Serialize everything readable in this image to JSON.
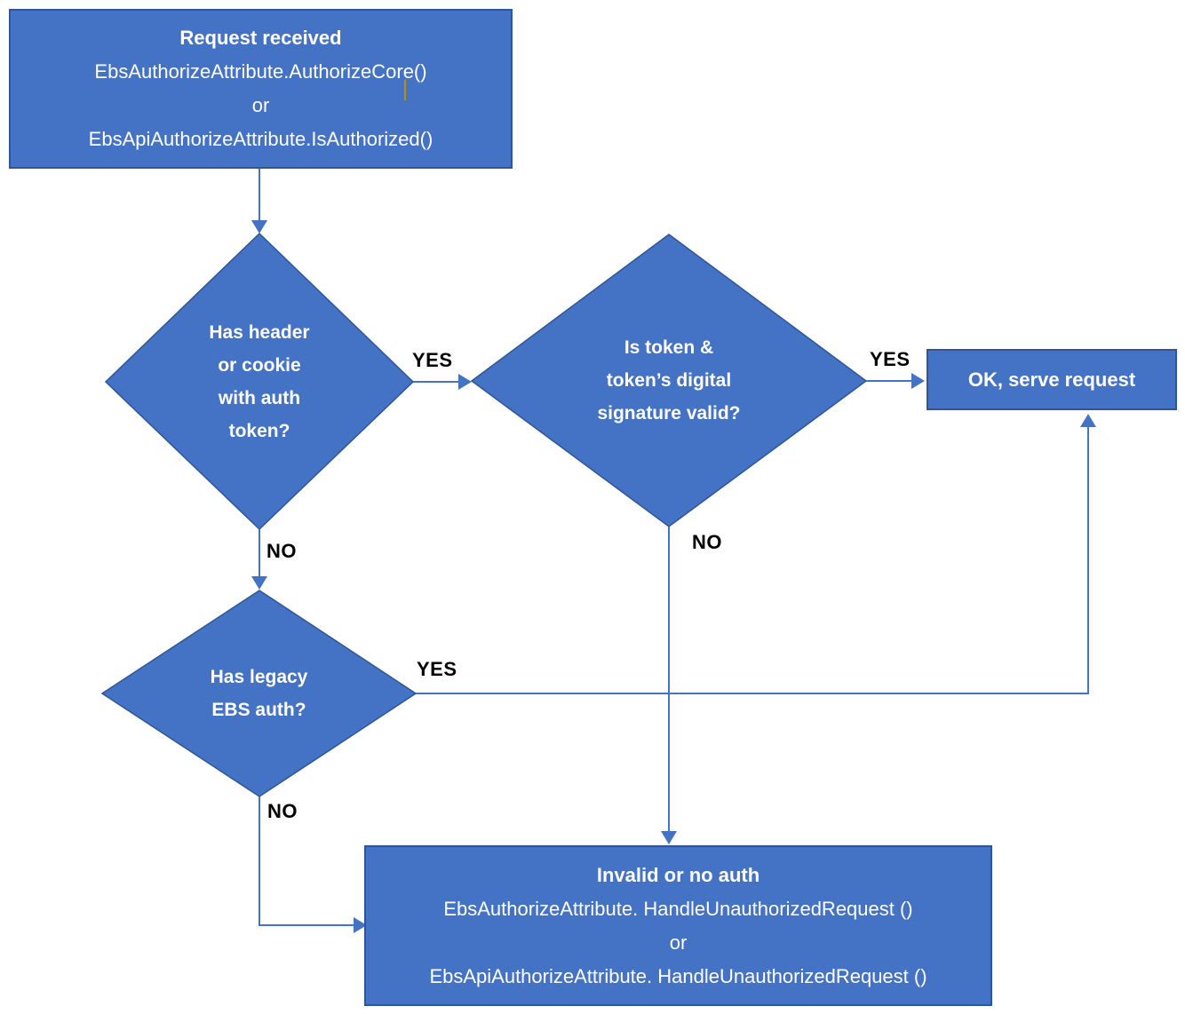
{
  "colors": {
    "page_bg": "#FFFFFF",
    "shape_fill": "#4472C4",
    "shape_border": "#2E5697",
    "connector": "#4472C4",
    "shape_text": "#FFFFFF",
    "label_text": "#000000",
    "cursor_artifact": "#BF8F00"
  },
  "nodes": {
    "request_received": {
      "lines": [
        "Request received",
        "EbsAuthorizeAttribute.AuthorizeCore()",
        "or",
        "EbsApiAuthorizeAttribute.IsAuthorized()"
      ]
    },
    "has_header_decision": {
      "lines": [
        "Has header",
        "or cookie",
        "with auth",
        "token?"
      ]
    },
    "token_valid_decision": {
      "lines": [
        "Is token &",
        "token’s digital",
        "signature valid?"
      ]
    },
    "ok_serve_request": {
      "label": "OK, serve request"
    },
    "has_legacy_decision": {
      "lines": [
        "Has legacy",
        "EBS auth?"
      ]
    },
    "invalid_or_no_auth": {
      "lines": [
        "Invalid or no auth",
        "EbsAuthorizeAttribute. HandleUnauthorizedRequest ()",
        "or",
        "EbsApiAuthorizeAttribute. HandleUnauthorizedRequest ()"
      ]
    }
  },
  "edge_labels": {
    "has_header_yes": "YES",
    "has_header_no": "NO",
    "token_valid_yes": "YES",
    "token_valid_no": "NO",
    "has_legacy_yes": "YES",
    "has_legacy_no": "NO"
  }
}
